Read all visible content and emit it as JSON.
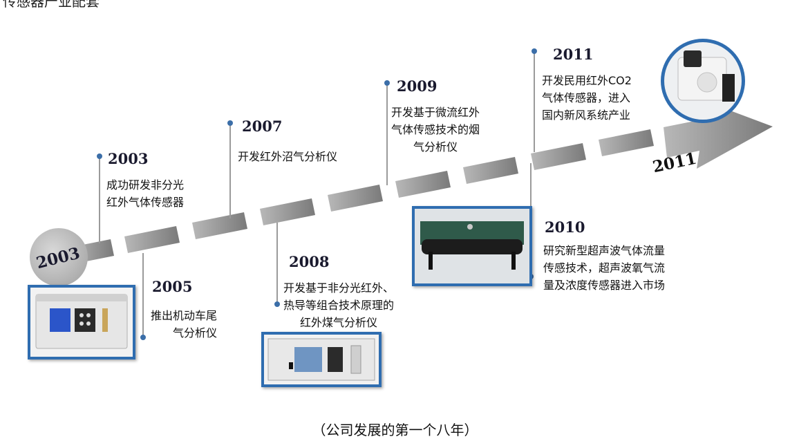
{
  "header_fragment": "传感器产业配套",
  "timeline": {
    "start_label": "2003",
    "end_label": "2011",
    "events": [
      {
        "year": "2003",
        "text": "成功研发非分光\n红外气体传感器"
      },
      {
        "year": "2005",
        "text": "推出机动车尾\n气分析仪"
      },
      {
        "year": "2007",
        "text": "开发红外沼气分析仪"
      },
      {
        "year": "2008",
        "text": "开发基于非分光红外、\n热导等组合技术原理的\n红外煤气分析仪"
      },
      {
        "year": "2009",
        "text": "开发基于微流红外\n气体传感技术的烟\n气分析仪"
      },
      {
        "year": "2010",
        "text": "研究新型超声波气体流量\n传感技术，超声波氧气流\n量及浓度传感器进入市场"
      },
      {
        "year": "2011",
        "text": "开发民用红外CO2\n气体传感器，进入\n国内新风系统产业"
      }
    ]
  },
  "caption": "（公司发展的第一个八年）",
  "colors": {
    "arrow": "#8c8c8c",
    "frame": "#2f6db0",
    "dot": "#3b6ea8"
  }
}
